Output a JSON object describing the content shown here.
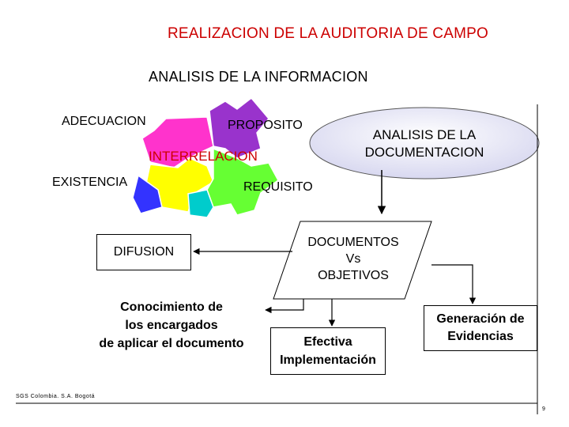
{
  "title": "REALIZACION DE LA AUDITORIA DE CAMPO",
  "subtitle": "ANALISIS DE LA INFORMACION",
  "puzzle": {
    "adecuacion": "ADECUACION",
    "proposito": "PROPOSITO",
    "interrelacion": "INTERRELACION",
    "existencia": "EXISTENCIA",
    "requisito": "REQUISITO",
    "colors": [
      "#ff33cc",
      "#66ff33",
      "#ffff00",
      "#00cccc",
      "#3333ff",
      "#9933cc"
    ]
  },
  "oval": {
    "line1": "ANALISIS DE LA",
    "line2": "DOCUMENTACION"
  },
  "difusion": "DIFUSION",
  "documentos": {
    "line1": "DOCUMENTOS",
    "line2": "Vs",
    "line3": "OBJETIVOS"
  },
  "conocimiento": {
    "line1": "Conocimiento de",
    "line2": "los encargados",
    "line3": "de aplicar el documento"
  },
  "efectiva": {
    "line1": "Efectiva",
    "line2": "Implementación"
  },
  "generacion": {
    "line1": "Generación de",
    "line2": "Evidencias"
  },
  "footer": "SGS Colombia. S.A. Bogotá",
  "page_number": "9"
}
